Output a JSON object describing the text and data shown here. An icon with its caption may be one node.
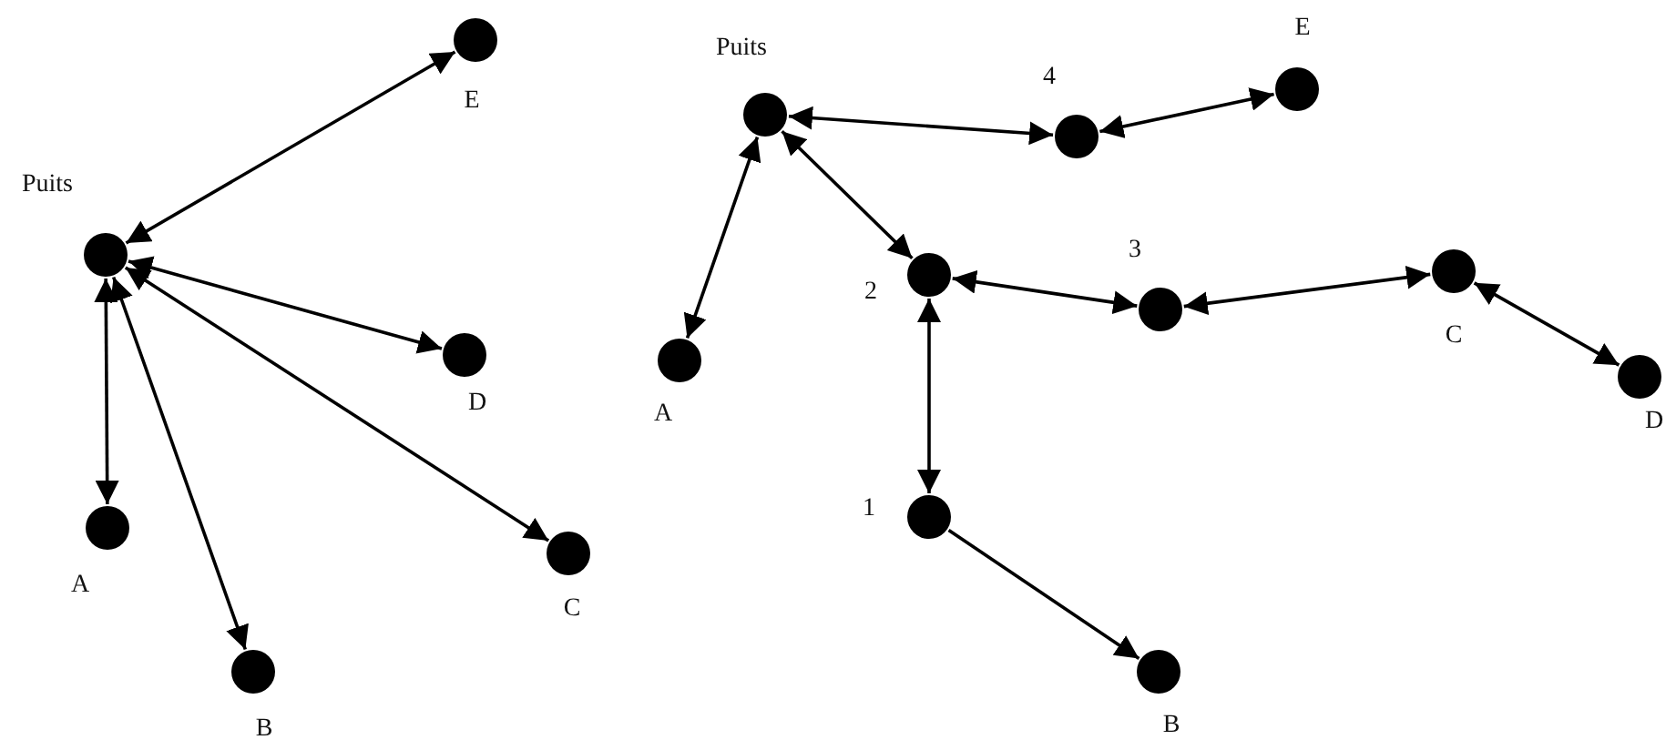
{
  "diagram": {
    "nodes": [
      {
        "text": [],
        "shape": "circle",
        "beside": [
          "Puits"
        ]
      },
      {
        "text": [],
        "shape": "circle",
        "beside": [
          "E"
        ]
      },
      {
        "text": [],
        "shape": "circle",
        "beside": [
          "D"
        ]
      },
      {
        "text": [],
        "shape": "circle",
        "beside": [
          "A"
        ]
      },
      {
        "text": [],
        "shape": "circle",
        "beside": [
          "C"
        ]
      },
      {
        "text": [],
        "shape": "circle",
        "beside": [
          "B"
        ]
      },
      {
        "text": [],
        "shape": "circle",
        "beside": [
          "Puits"
        ]
      },
      {
        "text": [],
        "shape": "circle",
        "beside": [
          "4"
        ]
      },
      {
        "text": [],
        "shape": "circle",
        "beside": [
          "E"
        ]
      },
      {
        "text": [],
        "shape": "circle",
        "beside": [
          "A"
        ]
      },
      {
        "text": [],
        "shape": "circle",
        "beside": [
          "2"
        ]
      },
      {
        "text": [],
        "shape": "circle",
        "beside": [
          "3"
        ]
      },
      {
        "text": [],
        "shape": "circle",
        "beside": [
          "C"
        ]
      },
      {
        "text": [],
        "shape": "circle",
        "beside": [
          "D"
        ]
      },
      {
        "text": [],
        "shape": "circle",
        "beside": [
          "1"
        ]
      },
      {
        "text": [],
        "shape": "circle",
        "beside": [
          "B"
        ]
      }
    ],
    "edges": [
      {
        "from": 0,
        "to": 1,
        "arrow": "both"
      },
      {
        "from": 0,
        "to": 2,
        "arrow": "both"
      },
      {
        "from": 0,
        "to": 4,
        "arrow": "both"
      },
      {
        "from": 0,
        "to": 3,
        "arrow": "both"
      },
      {
        "from": 0,
        "to": 5,
        "arrow": "both"
      },
      {
        "from": 6,
        "to": 7,
        "arrow": "both"
      },
      {
        "from": 7,
        "to": 8,
        "arrow": "both"
      },
      {
        "from": 6,
        "to": 9,
        "arrow": "both"
      },
      {
        "from": 6,
        "to": 10,
        "arrow": "both"
      },
      {
        "from": 10,
        "to": 11,
        "arrow": "both"
      },
      {
        "from": 11,
        "to": 12,
        "arrow": "both"
      },
      {
        "from": 12,
        "to": 13,
        "arrow": "both"
      },
      {
        "from": 10,
        "to": 14,
        "arrow": "both"
      },
      {
        "from": 14,
        "to": 15,
        "arrow": "to"
      }
    ]
  }
}
